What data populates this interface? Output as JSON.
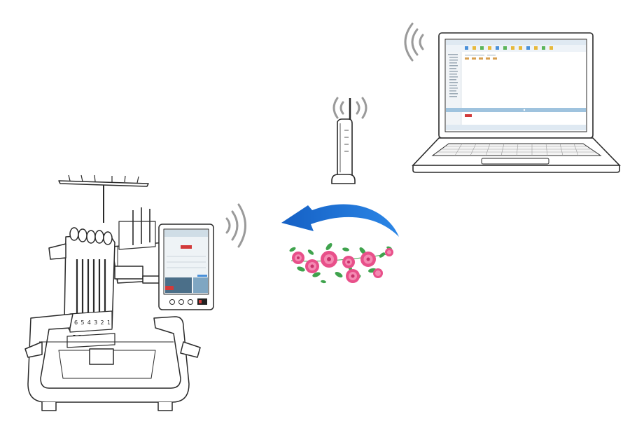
{
  "diagram": {
    "needle_numbers": [
      "6",
      "5",
      "4",
      "3",
      "2",
      "1"
    ],
    "colors": {
      "outline": "#2a2a2a",
      "arrow": "#1a6fd1",
      "wifi_waves": "#9a9a9a",
      "laptop_screen_bar": "#9fc3de",
      "flower_pink": "#e8508a",
      "leaf_green": "#3fa34d",
      "machine_screen_red": "#d23a3a"
    },
    "icons": [
      "wifi-waves",
      "router",
      "laptop",
      "embroidery-machine",
      "flower-pattern",
      "curved-arrow"
    ]
  }
}
